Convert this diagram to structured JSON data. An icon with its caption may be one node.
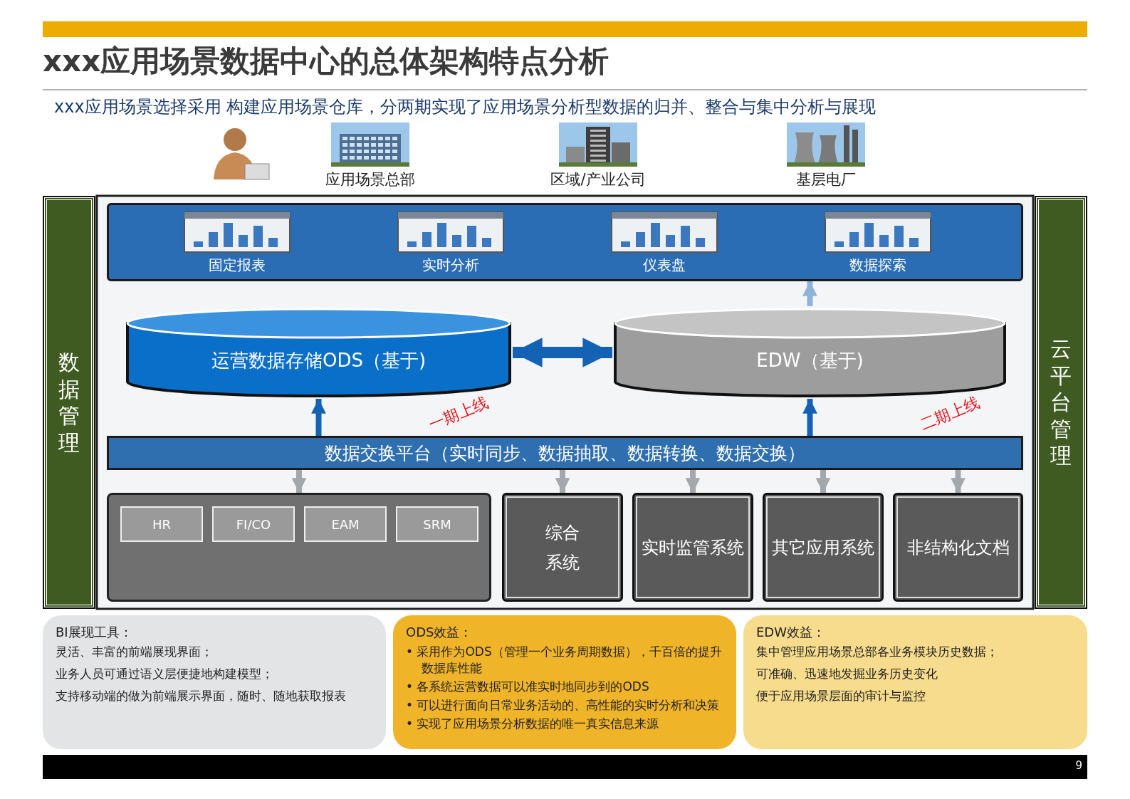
{
  "diagram": {
    "title": "xxx应用场景数据中心的总体架构特点分析",
    "nodes": [
      {
        "text": [
          "应用场景总部"
        ]
      },
      {
        "text": [
          "区域/产业公司"
        ]
      },
      {
        "text": [
          "基层电厂"
        ]
      },
      {
        "text": [
          "数据管理"
        ]
      },
      {
        "text": [
          "云平台管理"
        ]
      },
      {
        "text": [],
        "shape": "bar"
      },
      {
        "text": [
          "固定报表"
        ],
        "in": 5
      },
      {
        "text": [
          "实时分析"
        ],
        "in": 5
      },
      {
        "text": [
          "仪表盘"
        ],
        "in": 5
      },
      {
        "text": [
          "数据探索"
        ],
        "in": 5
      },
      {
        "text": [
          "运营数据存储ODS（基于)"
        ],
        "beside": [
          "一期上线"
        ]
      },
      {
        "text": [
          "EDW（基于)"
        ],
        "beside": [
          "二期上线"
        ]
      },
      {
        "text": [
          "数据交换平台（实时同步、数据抽取、数据转换、数据交换）"
        ]
      },
      {
        "text": [],
        "shape": "box"
      },
      {
        "text": [
          "HR"
        ],
        "in": 13
      },
      {
        "text": [
          "FI/CO"
        ],
        "in": 13
      },
      {
        "text": [
          "EAM"
        ],
        "in": 13
      },
      {
        "text": [
          "SRM"
        ],
        "in": 13
      },
      {
        "text": [
          "综合",
          "系统"
        ]
      },
      {
        "text": [
          "实时监管系统"
        ]
      },
      {
        "text": [
          "其它应用系统"
        ]
      },
      {
        "text": [
          "非结构化文档"
        ]
      },
      {
        "text": [
          "BI展现工具：",
          "灵活、丰富的前端展现界面；",
          "业务人员可通过语义层便捷地构建模型；",
          "支持移动端的做为前端展示界面，随时、随地获取报表"
        ]
      },
      {
        "text": [
          "ODS效益：",
          "• 采用作为ODS（管理一个业务周期数据），千百倍的提升数据库性能",
          "• 各系统运营数据可以准实时地同步到的ODS",
          "• 可以进行面向日常业务活动的、高性能的实时分析和决策",
          "• 实现了应用场景分析数据的唯一真实信息来源"
        ]
      },
      {
        "text": [
          "EDW效益：",
          "集中管理应用场景总部各业务模块历史数据；",
          "可准确、迅速地发掘业务历史变化",
          "便于应用场景层面的审计与监控"
        ]
      }
    ],
    "edges": [
      {
        "from": 10,
        "to": 11,
        "arrow": "both",
        "style": "thick",
        "color": "#1462b4"
      },
      {
        "from": 12,
        "to": 10,
        "arrow": "to",
        "color": "#1462b4"
      },
      {
        "from": 12,
        "to": 11,
        "arrow": "to",
        "color": "#1462b4"
      },
      {
        "from": 11,
        "to": 5,
        "arrow": "to",
        "color": "#8fb3d9"
      },
      {
        "from": 12,
        "to": 13,
        "arrow": "to"
      },
      {
        "from": 12,
        "to": 18,
        "arrow": "to"
      },
      {
        "from": 12,
        "to": 19,
        "arrow": "to"
      },
      {
        "from": 12,
        "to": 20,
        "arrow": "to"
      },
      {
        "from": 12,
        "to": 21,
        "arrow": "to"
      }
    ],
    "labels": [
      "xxx应用场景选择采用 构建应用场景仓库，分两期实现了应用场景分析型数据的归并、整合与集中分析与展现",
      "9"
    ]
  }
}
